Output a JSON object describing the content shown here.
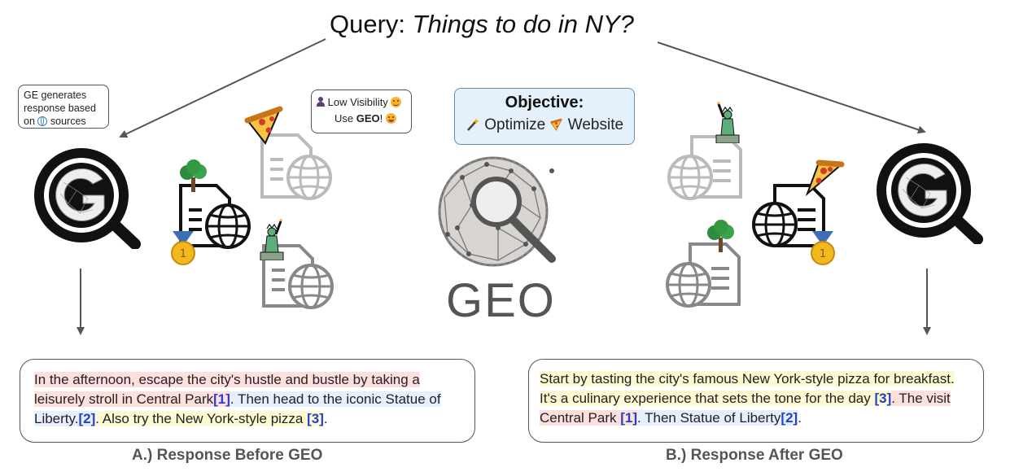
{
  "query": {
    "prefix": "Query: ",
    "text": "Things to do in NY?"
  },
  "ge_bubble": {
    "line1": "GE generates",
    "line2": "response based",
    "line3_pre": "on",
    "line3_post": "sources"
  },
  "low_vis_bubble": {
    "line1": "Low Visibility",
    "line2_pre": "Use",
    "line2_bold": "GEO",
    "line2_post": "!"
  },
  "objective": {
    "title": "Objective:",
    "action": "Optimize",
    "target": "Website"
  },
  "geo_label": "GEO",
  "icons": [
    "ge-logo-icon",
    "geo-logo-icon",
    "document-globe-icon",
    "pizza-icon",
    "tree-icon",
    "statue-of-liberty-icon",
    "gold-medal-icon",
    "magic-wand-icon"
  ],
  "medal_rank": "1",
  "colors": {
    "highlight_red": "#fde0de",
    "highlight_yellow": "#fdf9d2",
    "highlight_blue": "#e6efff",
    "citation": "#2440c8",
    "objective_bg": "#e4f1fb"
  },
  "response_before": {
    "s1": "In the afternoon, escape the city's hustle and bustle by taking a leisurely stroll in Central Park",
    "c1": "[1]",
    "s2": ". Then head to the iconic Statue of Liberty.",
    "c2": "[2]",
    "s3": ". Also try the New York-style pizza ",
    "c3": "[3]",
    "s4": "."
  },
  "response_after": {
    "s1": "Start by tasting the city's famous New York-style pizza for breakfast. It's a culinary experience that sets the tone for the day ",
    "c1": "[3]",
    "s2": ". The visit Central Park ",
    "c2": "[1]",
    "s3": ". Then Statue of Liberty",
    "c3": "[2]",
    "s4": "."
  },
  "caption_before": "A.) Response Before GEO",
  "caption_after": "B.) Response After GEO"
}
